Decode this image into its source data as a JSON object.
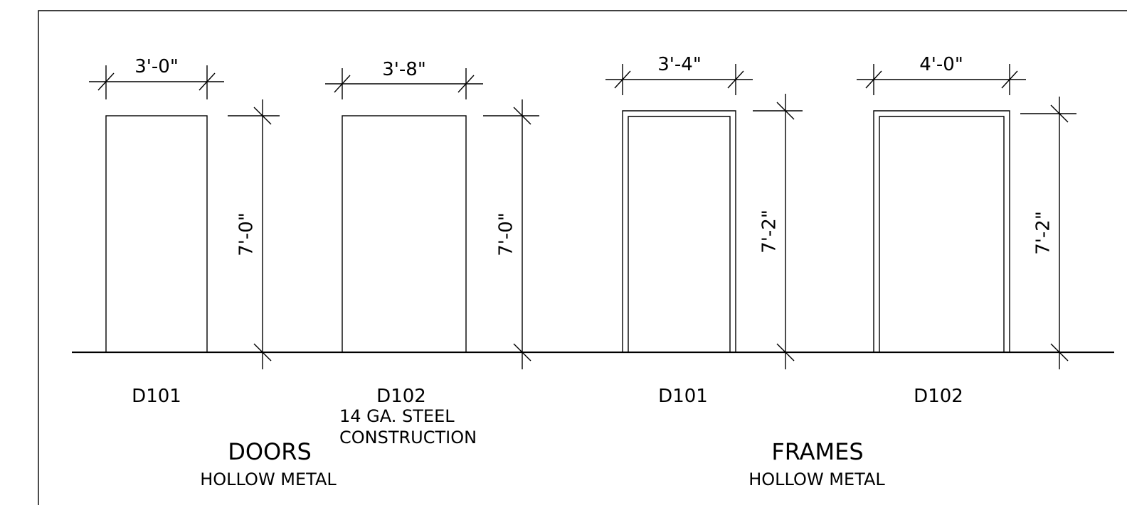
{
  "doors": {
    "heading": "DOORS",
    "subheading": "HOLLOW METAL",
    "items": [
      {
        "tag": "D101",
        "width": "3'-0\"",
        "height": "7'-0\""
      },
      {
        "tag": "D102",
        "width": "3'-8\"",
        "height": "7'-0\"",
        "note_line1": "14 GA. STEEL",
        "note_line2": "CONSTRUCTION"
      }
    ]
  },
  "frames": {
    "heading": "FRAMES",
    "subheading": "HOLLOW METAL",
    "items": [
      {
        "tag": "D101",
        "width": "3'-4\"",
        "height": "7'-2\""
      },
      {
        "tag": "D102",
        "width": "4'-0\"",
        "height": "7'-2\""
      }
    ]
  }
}
